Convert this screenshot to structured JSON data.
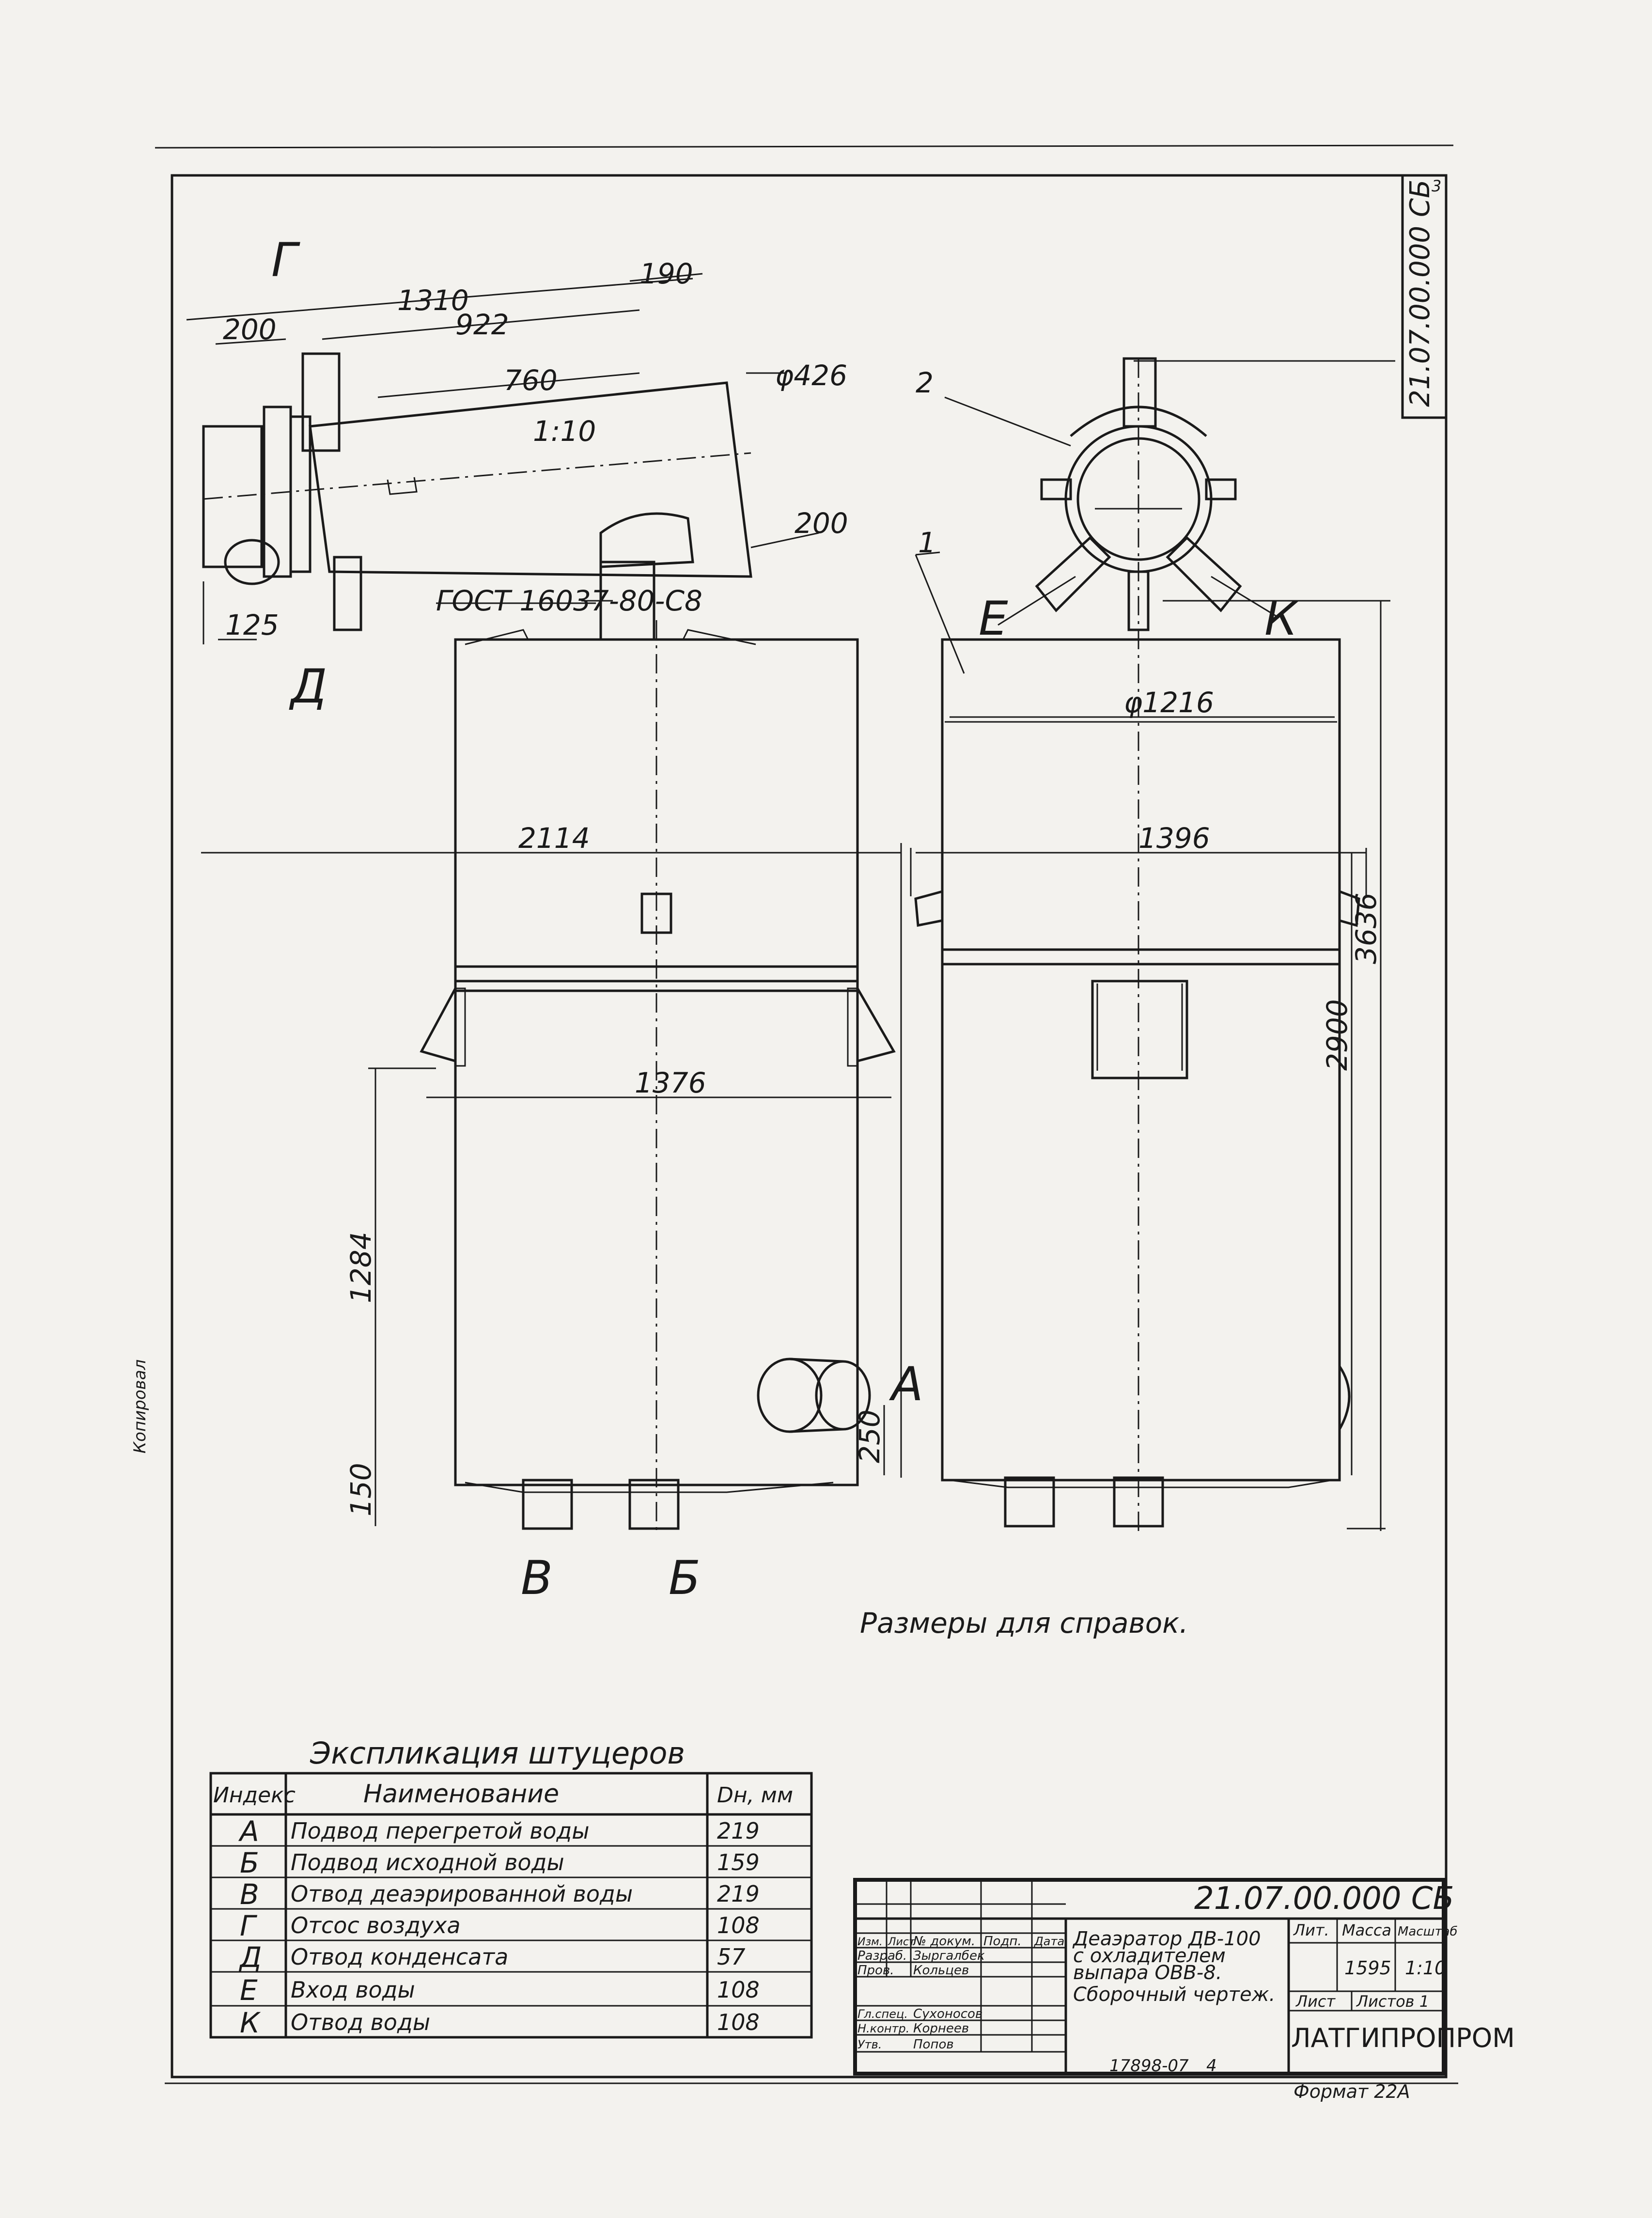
{
  "drawing": {
    "code": "21.07.00.000 СБ",
    "sheet_number": "3",
    "reference_note": "Размеры для справок."
  },
  "views": {
    "connection_letters": [
      "А",
      "Б",
      "В",
      "Г",
      "Д",
      "Е",
      "К"
    ],
    "dimensions": {
      "d1310": "1310",
      "d190": "190",
      "d922": "922",
      "d200_top": "200",
      "d760": "760",
      "d426": "φ426",
      "slope": "1:10",
      "d200_side": "200",
      "gost": "ГОСТ 16037-80-С8",
      "d125": "125",
      "d2114": "2114",
      "d1376": "1376",
      "d1284": "1284",
      "d250": "250",
      "d150": "150",
      "d1216": "φ1216",
      "d1396": "1396",
      "d3636": "3636",
      "d2900": "2900"
    },
    "leaders": {
      "pos1": "1",
      "pos2": "2"
    }
  },
  "nozzle_table": {
    "title": "Экспликация штуцеров",
    "headers": [
      "Индекс",
      "Наименование",
      "Dн, мм"
    ],
    "rows": [
      {
        "index": "А",
        "name": "Подвод перегретой воды",
        "dn": "219"
      },
      {
        "index": "Б",
        "name": "Подвод исходной воды",
        "dn": "159"
      },
      {
        "index": "В",
        "name": "Отвод деаэрированной воды",
        "dn": "219"
      },
      {
        "index": "Г",
        "name": "Отсос воздуха",
        "dn": "108"
      },
      {
        "index": "Д",
        "name": "Отвод конденсата",
        "dn": "57"
      },
      {
        "index": "Е",
        "name": "Вход воды",
        "dn": "108"
      },
      {
        "index": "К",
        "name": "Отвод воды",
        "dn": "108"
      }
    ]
  },
  "title_block": {
    "code": "21.07.00.000 СБ",
    "name_line1": "Деаэратор ДВ-100",
    "name_line2": "с охладителем",
    "name_line3": "выпара ОВВ-8.",
    "name_line4": "Сборочный чертеж.",
    "col_lit": "Лит.",
    "col_mass": "Масса",
    "col_scale": "Масштаб",
    "mass": "1595",
    "scale": "1:10",
    "sheet": "Лист",
    "sheets": "Листов 1",
    "org": "ЛАТГИПРОПРОМ",
    "left_headers": [
      "Изм.",
      "Лист",
      "№ докум.",
      "Подп.",
      "Дата"
    ],
    "roles": [
      {
        "role": "Разраб.",
        "name": "Зыргалбек"
      },
      {
        "role": "Пров.",
        "name": "Кольцев"
      },
      {
        "role": "Гл.спец.",
        "name": "Сухоносов"
      },
      {
        "role": "Н.контр.",
        "name": "Корнеев"
      },
      {
        "role": "Утв.",
        "name": "Попов"
      }
    ],
    "bottom_number": "17898-07",
    "bottom_number_suffix": "4",
    "format": "Формат 22А"
  },
  "side_text": "Копировал"
}
